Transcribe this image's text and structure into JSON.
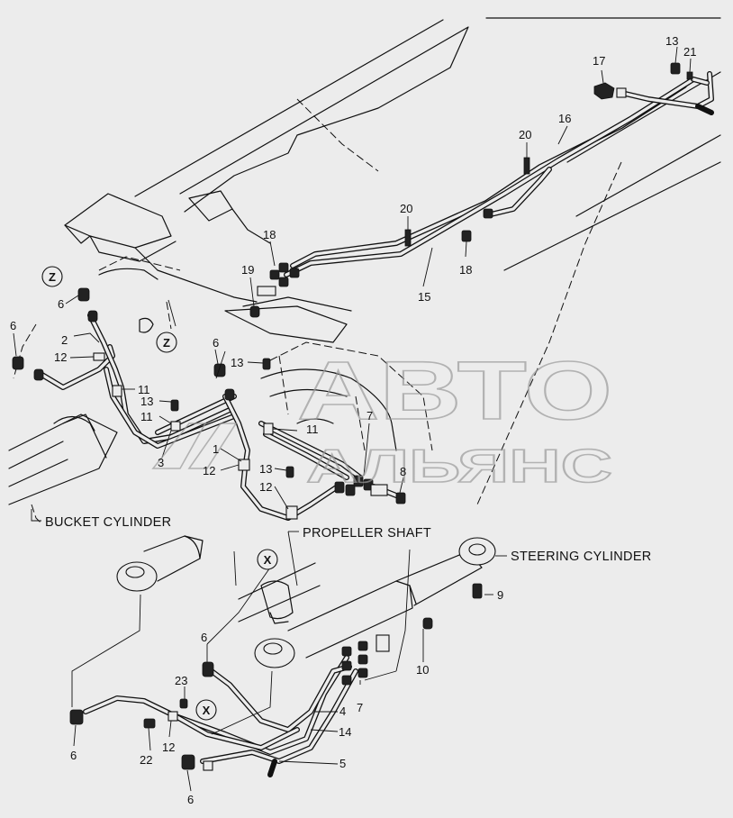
{
  "labels": {
    "bucket_cylinder": "BUCKET CYLINDER",
    "propeller_shaft": "PROPELLER SHAFT",
    "steering_cylinder": "STEERING CYLINDER"
  },
  "watermark": {
    "line1": "АВТО",
    "line2": "АЛЬЯНС"
  },
  "callouts": {
    "z_top": "Z",
    "z_mid": "Z",
    "x_mid": "X",
    "x_bot": "X"
  },
  "part_numbers": {
    "p13_top": "13",
    "p21": "21",
    "p17": "17",
    "p16": "16",
    "p20_a": "20",
    "p20_b": "20",
    "p18_a": "18",
    "p18_b": "18",
    "p15": "15",
    "p19": "19",
    "p6_a": "6",
    "p6_b": "6",
    "p2": "2",
    "p12_a": "12",
    "p6_c": "6",
    "p13_b": "13",
    "p11_a": "11",
    "p13_c": "13",
    "p11_b": "11",
    "p11_c": "11",
    "p3": "3",
    "p1": "1",
    "p12_b": "12",
    "p13_d": "13",
    "p7_a": "7",
    "p8": "8",
    "p12_c": "12",
    "p9": "9",
    "p6_d": "6",
    "p23": "23",
    "p10": "10",
    "p7_b": "7",
    "p4": "4",
    "p14": "14",
    "p22": "22",
    "p12_d": "12",
    "p5": "5",
    "p6_e": "6",
    "p6_f": "6"
  }
}
